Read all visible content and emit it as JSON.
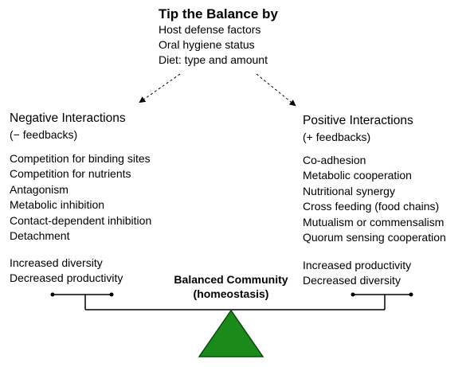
{
  "top": {
    "title": "Tip the Balance by",
    "factors": [
      "Host defense factors",
      "Oral hygiene status",
      "Diet: type and amount"
    ]
  },
  "negative": {
    "heading": "Negative Interactions",
    "subheading": "(− feedbacks)",
    "items": [
      "Competition for binding sites",
      "Competition for nutrients",
      "Antagonism",
      "Metabolic inhibition",
      "Contact-dependent inhibition",
      "Detachment"
    ],
    "outcomes": [
      "Increased diversity",
      "Decreased productivity"
    ]
  },
  "positive": {
    "heading": "Positive Interactions",
    "subheading": "(+ feedbacks)",
    "items": [
      "Co-adhesion",
      "Metabolic cooperation",
      "Nutritional synergy",
      "Cross feeding (food chains)",
      "Mutualism or commensalism",
      "Quorum sensing cooperation"
    ],
    "outcomes": [
      "Increased productivity",
      "Decreased diversity"
    ]
  },
  "center": {
    "label": "Balanced Community",
    "sublabel": "(homeostasis)"
  },
  "colors": {
    "fulcrum_fill": "#1a8a1a",
    "fulcrum_stroke": "#0a4a0a",
    "line": "#000000"
  }
}
